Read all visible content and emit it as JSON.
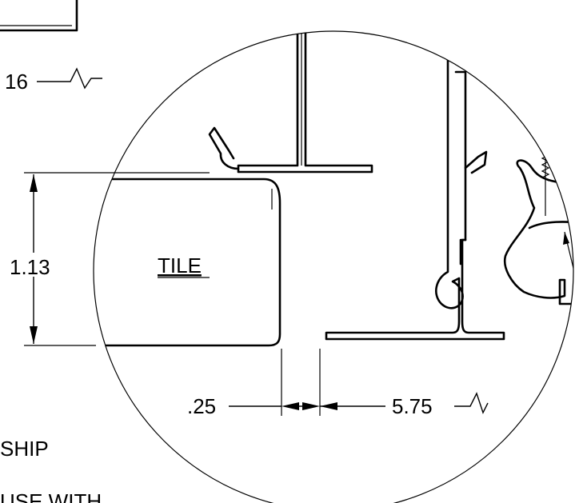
{
  "labels": {
    "partial_dim": "16",
    "height_dim": "1.13",
    "tile": "TILE",
    "gap_dim": ".25",
    "span_dim": "5.75",
    "note_line1": "SHIP",
    "note_line2": "USE WITH"
  },
  "colors": {
    "ink": "#000000",
    "background": "#ffffff"
  }
}
